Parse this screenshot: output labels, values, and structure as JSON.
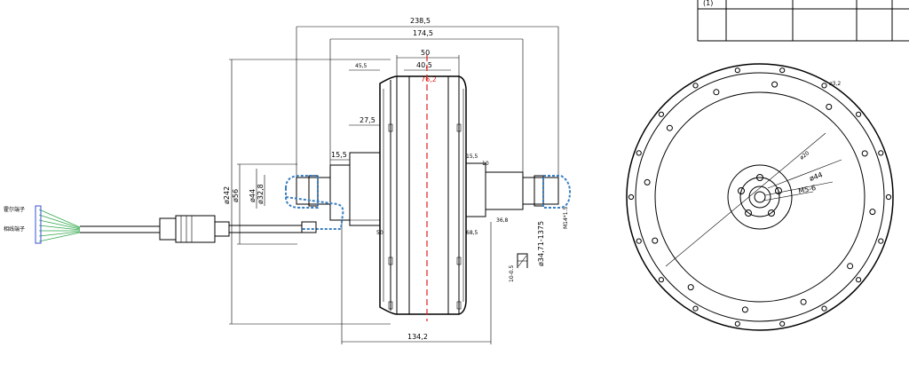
{
  "title_block": {
    "partial_text": "(1)"
  },
  "side_view": {
    "dimensions": {
      "overall_width": "238,5",
      "stator_width": "174,5",
      "rim_width": "50",
      "inner_rim_width": "40,5",
      "rim_outer": "76,2",
      "left_offset": "45,5",
      "flange_offset": "27,5",
      "left_shoulder": "15,5",
      "right_shoulder": "15,5",
      "right_small": "10",
      "bearing_height": "36,8",
      "hub_height": "68,5",
      "bottom_width": "134,2",
      "diameter_242": "ø242",
      "diameter_56": "ø56",
      "diameter_44": "ø44",
      "diameter_32": "ø32,8",
      "left_small": "50",
      "thread_axle": "M14*1.5",
      "rim_seat": "ø34,71-1375",
      "tolerance": "10-0.5"
    },
    "cable_labels": {
      "hall_terminal": "霍尔端子",
      "phase_terminal": "相线端子"
    }
  },
  "front_view": {
    "labels": {
      "outer_hole": "ø3,2",
      "pcd": "ø20",
      "hub_dia": "ø44",
      "thread": "M5-6"
    }
  },
  "colors": {
    "line": "#000000",
    "centerline": "#e02020",
    "highlight": "#3a7fc0",
    "cable": "#2ea84a"
  }
}
